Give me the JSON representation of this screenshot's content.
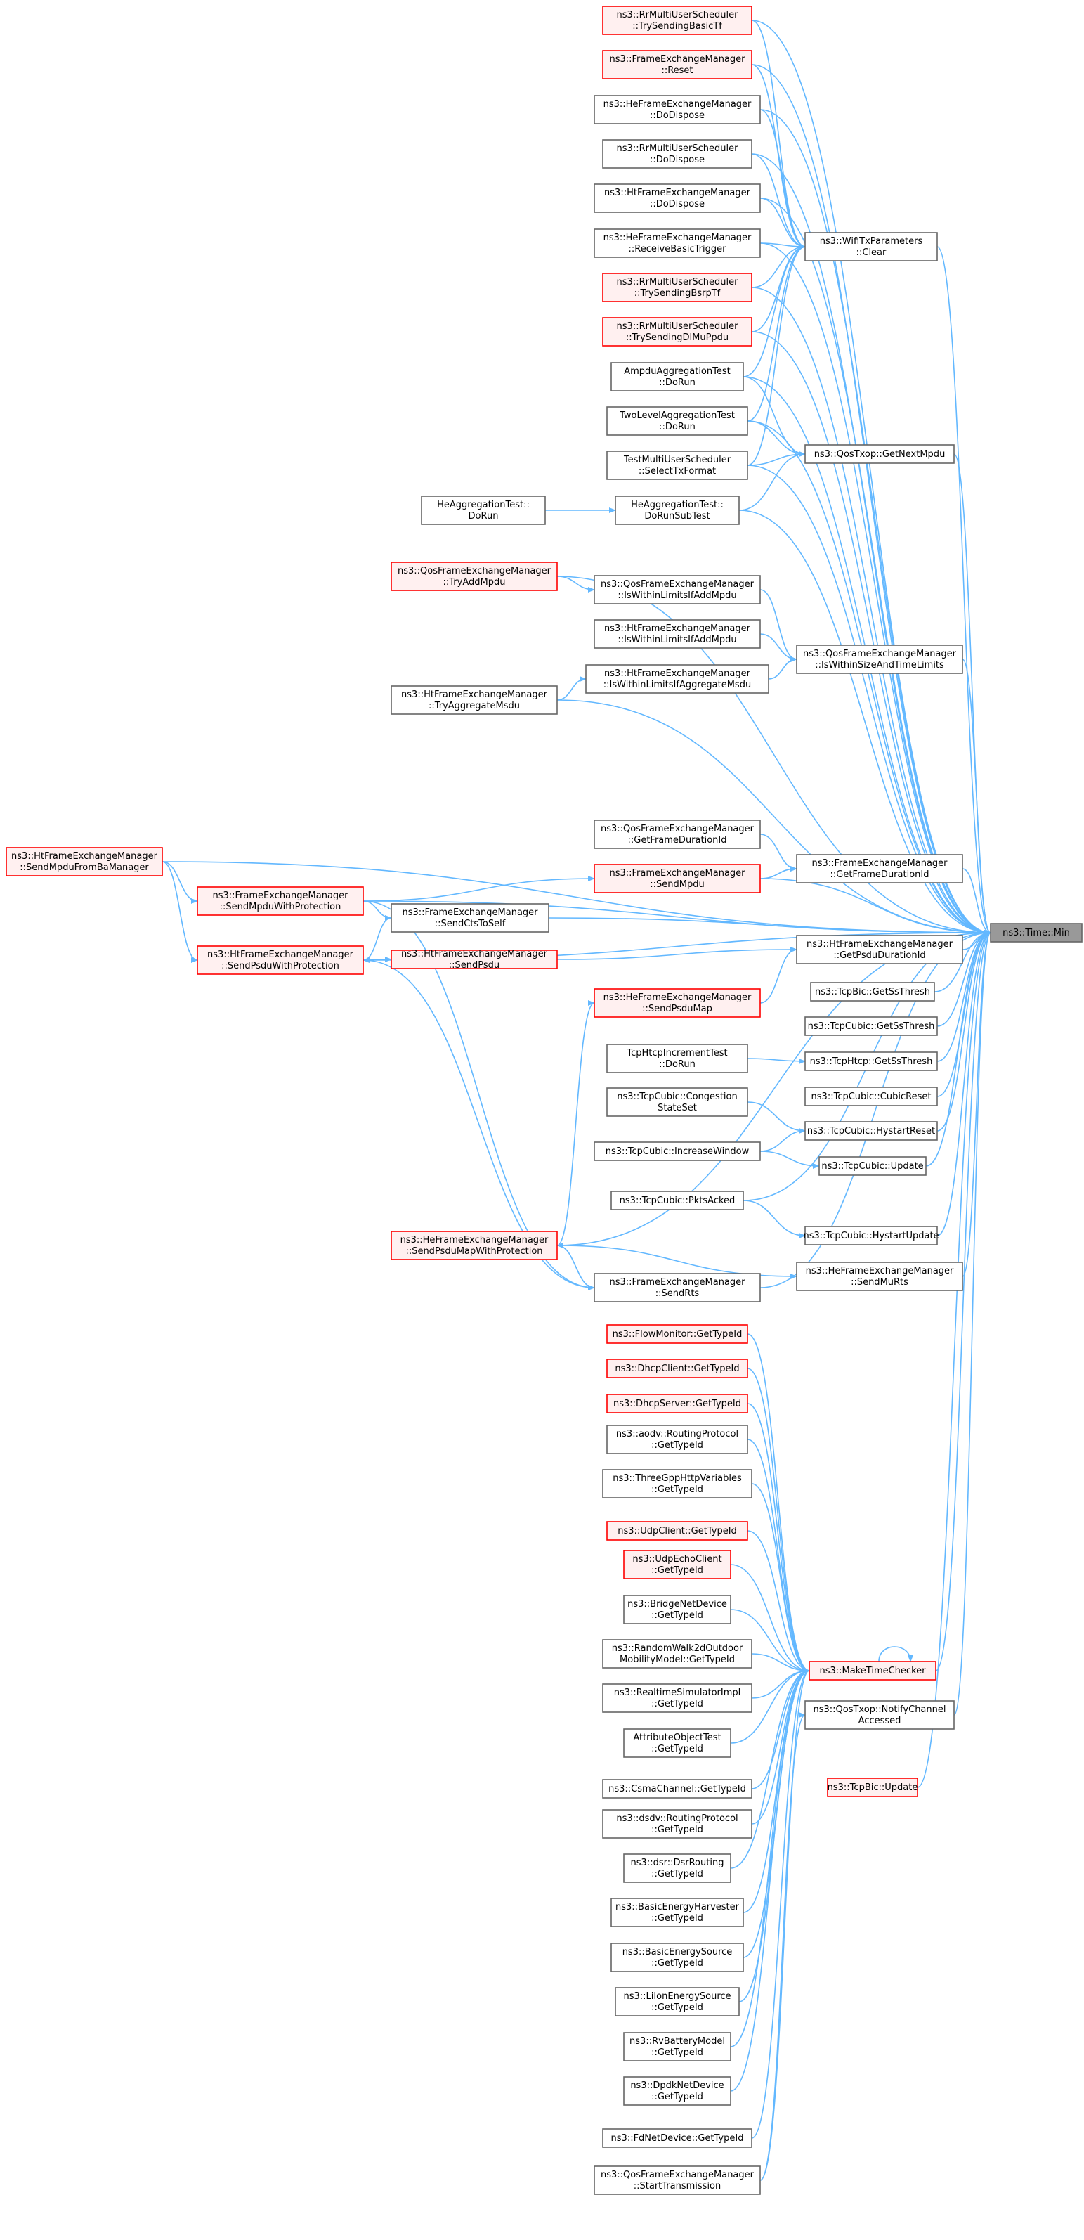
{
  "colors": {
    "normal_border": "#666666",
    "truncated_border": "#ff0000",
    "truncated_fill": "#fff0f0",
    "normal_fill": "#ffffff",
    "root_fill": "#999999",
    "root_border": "#666666",
    "edge": "#63b8ff"
  },
  "graph": {
    "nodes": [
      {
        "id": "n1",
        "lines": [
          "ns3::RrMultiUserScheduler",
          "::TrySendingBasicTf"
        ],
        "style": "truncated"
      },
      {
        "id": "n2",
        "lines": [
          "ns3::FrameExchangeManager",
          "::Reset"
        ],
        "style": "truncated"
      },
      {
        "id": "n3",
        "lines": [
          "ns3::HeFrameExchangeManager",
          "::DoDispose"
        ],
        "style": "normal"
      },
      {
        "id": "n4",
        "lines": [
          "ns3::RrMultiUserScheduler",
          "::DoDispose"
        ],
        "style": "normal"
      },
      {
        "id": "n5",
        "lines": [
          "ns3::HtFrameExchangeManager",
          "::DoDispose"
        ],
        "style": "normal"
      },
      {
        "id": "n6",
        "lines": [
          "ns3::HeFrameExchangeManager",
          "::ReceiveBasicTrigger"
        ],
        "style": "normal"
      },
      {
        "id": "n7",
        "lines": [
          "ns3::RrMultiUserScheduler",
          "::TrySendingBsrpTf"
        ],
        "style": "truncated"
      },
      {
        "id": "n8",
        "lines": [
          "ns3::RrMultiUserScheduler",
          "::TrySendingDlMuPpdu"
        ],
        "style": "truncated"
      },
      {
        "id": "n9",
        "lines": [
          "AmpduAggregationTest",
          "::DoRun"
        ],
        "style": "normal"
      },
      {
        "id": "n10",
        "lines": [
          "TwoLevelAggregationTest",
          "::DoRun"
        ],
        "style": "normal"
      },
      {
        "id": "n11",
        "lines": [
          "TestMultiUserScheduler",
          "::SelectTxFormat"
        ],
        "style": "normal"
      },
      {
        "id": "n12",
        "lines": [
          "HeAggregationTest::",
          "DoRunSubTest"
        ],
        "style": "normal"
      },
      {
        "id": "n13",
        "lines": [
          "HeAggregationTest::",
          "DoRun"
        ],
        "style": "normal"
      },
      {
        "id": "n14",
        "lines": [
          "ns3::WifiTxParameters",
          "::Clear"
        ],
        "style": "normal"
      },
      {
        "id": "n15",
        "lines": [
          "ns3::QosTxop::GetNextMpdu"
        ],
        "style": "normal"
      },
      {
        "id": "n16",
        "lines": [
          "ns3::QosFrameExchangeManager",
          "::TryAddMpdu"
        ],
        "style": "truncated"
      },
      {
        "id": "n17",
        "lines": [
          "ns3::QosFrameExchangeManager",
          "::IsWithinLimitsIfAddMpdu"
        ],
        "style": "normal"
      },
      {
        "id": "n18",
        "lines": [
          "ns3::HtFrameExchangeManager",
          "::IsWithinLimitsIfAddMpdu"
        ],
        "style": "normal"
      },
      {
        "id": "n19",
        "lines": [
          "ns3::HtFrameExchangeManager",
          "::IsWithinLimitsIfAggregateMsdu"
        ],
        "style": "normal"
      },
      {
        "id": "n20",
        "lines": [
          "ns3::HtFrameExchangeManager",
          "::TryAggregateMsdu"
        ],
        "style": "normal"
      },
      {
        "id": "n21",
        "lines": [
          "ns3::QosFrameExchangeManager",
          "::IsWithinSizeAndTimeLimits"
        ],
        "style": "normal"
      },
      {
        "id": "n22",
        "lines": [
          "ns3::HtFrameExchangeManager",
          "::SendMpduFromBaManager"
        ],
        "style": "truncated"
      },
      {
        "id": "n23",
        "lines": [
          "ns3::QosFrameExchangeManager",
          "::GetFrameDurationId"
        ],
        "style": "normal"
      },
      {
        "id": "n24",
        "lines": [
          "ns3::FrameExchangeManager",
          "::SendMpdu"
        ],
        "style": "truncated"
      },
      {
        "id": "n25",
        "lines": [
          "ns3::FrameExchangeManager",
          "::GetFrameDurationId"
        ],
        "style": "normal"
      },
      {
        "id": "n26",
        "lines": [
          "ns3::FrameExchangeManager",
          "::SendMpduWithProtection"
        ],
        "style": "truncated"
      },
      {
        "id": "n27",
        "lines": [
          "ns3::FrameExchangeManager",
          "::SendCtsToSelf"
        ],
        "style": "normal"
      },
      {
        "id": "n28",
        "lines": [
          "ns3::HtFrameExchangeManager",
          "::SendPsduWithProtection"
        ],
        "style": "truncated"
      },
      {
        "id": "n29",
        "lines": [
          "ns3::HtFrameExchangeManager",
          "::SendPsdu"
        ],
        "style": "truncated"
      },
      {
        "id": "n30",
        "lines": [
          "ns3::HtFrameExchangeManager",
          "::GetPsduDurationId"
        ],
        "style": "normal"
      },
      {
        "id": "root",
        "lines": [
          "ns3::Time::Min"
        ],
        "style": "root"
      },
      {
        "id": "n31",
        "lines": [
          "ns3::HeFrameExchangeManager",
          "::SendPsduMap"
        ],
        "style": "truncated"
      },
      {
        "id": "n32",
        "lines": [
          "ns3::TcpBic::GetSsThresh"
        ],
        "style": "normal"
      },
      {
        "id": "n33",
        "lines": [
          "ns3::TcpCubic::GetSsThresh"
        ],
        "style": "normal"
      },
      {
        "id": "n34",
        "lines": [
          "TcpHtcpIncrementTest",
          "::DoRun"
        ],
        "style": "normal"
      },
      {
        "id": "n35",
        "lines": [
          "ns3::TcpHtcp::GetSsThresh"
        ],
        "style": "normal"
      },
      {
        "id": "n36",
        "lines": [
          "ns3::TcpCubic::Congestion",
          "StateSet"
        ],
        "style": "normal"
      },
      {
        "id": "n37",
        "lines": [
          "ns3::TcpCubic::CubicReset"
        ],
        "style": "normal"
      },
      {
        "id": "n38",
        "lines": [
          "ns3::TcpCubic::HystartReset"
        ],
        "style": "normal"
      },
      {
        "id": "n39",
        "lines": [
          "ns3::TcpCubic::IncreaseWindow"
        ],
        "style": "normal"
      },
      {
        "id": "n40",
        "lines": [
          "ns3::TcpCubic::Update"
        ],
        "style": "normal"
      },
      {
        "id": "n41",
        "lines": [
          "ns3::TcpCubic::PktsAcked"
        ],
        "style": "normal"
      },
      {
        "id": "n42",
        "lines": [
          "ns3::TcpCubic::HystartUpdate"
        ],
        "style": "normal"
      },
      {
        "id": "n43",
        "lines": [
          "ns3::HeFrameExchangeManager",
          "::SendPsduMapWithProtection"
        ],
        "style": "truncated"
      },
      {
        "id": "n44",
        "lines": [
          "ns3::HeFrameExchangeManager",
          "::SendMuRts"
        ],
        "style": "normal"
      },
      {
        "id": "n45",
        "lines": [
          "ns3::FrameExchangeManager",
          "::SendRts"
        ],
        "style": "normal"
      },
      {
        "id": "n46",
        "lines": [
          "ns3::FlowMonitor::GetTypeId"
        ],
        "style": "truncated"
      },
      {
        "id": "n47",
        "lines": [
          "ns3::DhcpClient::GetTypeId"
        ],
        "style": "truncated"
      },
      {
        "id": "n48",
        "lines": [
          "ns3::DhcpServer::GetTypeId"
        ],
        "style": "truncated"
      },
      {
        "id": "n49",
        "lines": [
          "ns3::aodv::RoutingProtocol",
          "::GetTypeId"
        ],
        "style": "normal"
      },
      {
        "id": "n50",
        "lines": [
          "ns3::ThreeGppHttpVariables",
          "::GetTypeId"
        ],
        "style": "normal"
      },
      {
        "id": "n51",
        "lines": [
          "ns3::UdpClient::GetTypeId"
        ],
        "style": "truncated"
      },
      {
        "id": "n52",
        "lines": [
          "ns3::UdpEchoClient",
          "::GetTypeId"
        ],
        "style": "truncated"
      },
      {
        "id": "n53",
        "lines": [
          "ns3::BridgeNetDevice",
          "::GetTypeId"
        ],
        "style": "normal"
      },
      {
        "id": "n54",
        "lines": [
          "ns3::RandomWalk2dOutdoor",
          "MobilityModel::GetTypeId"
        ],
        "style": "normal"
      },
      {
        "id": "n55",
        "lines": [
          "ns3::MakeTimeChecker"
        ],
        "style": "truncated"
      },
      {
        "id": "n56",
        "lines": [
          "ns3::RealtimeSimulatorImpl",
          "::GetTypeId"
        ],
        "style": "normal"
      },
      {
        "id": "n57",
        "lines": [
          "ns3::QosTxop::NotifyChannel",
          "Accessed"
        ],
        "style": "normal"
      },
      {
        "id": "n58",
        "lines": [
          "AttributeObjectTest",
          "::GetTypeId"
        ],
        "style": "normal"
      },
      {
        "id": "n59",
        "lines": [
          "ns3::CsmaChannel::GetTypeId"
        ],
        "style": "normal"
      },
      {
        "id": "n60",
        "lines": [
          "ns3::TcpBic::Update"
        ],
        "style": "truncated"
      },
      {
        "id": "n61",
        "lines": [
          "ns3::dsdv::RoutingProtocol",
          "::GetTypeId"
        ],
        "style": "normal"
      },
      {
        "id": "n62",
        "lines": [
          "ns3::dsr::DsrRouting",
          "::GetTypeId"
        ],
        "style": "normal"
      },
      {
        "id": "n63",
        "lines": [
          "ns3::BasicEnergyHarvester",
          "::GetTypeId"
        ],
        "style": "normal"
      },
      {
        "id": "n64",
        "lines": [
          "ns3::BasicEnergySource",
          "::GetTypeId"
        ],
        "style": "normal"
      },
      {
        "id": "n65",
        "lines": [
          "ns3::LiIonEnergySource",
          "::GetTypeId"
        ],
        "style": "normal"
      },
      {
        "id": "n66",
        "lines": [
          "ns3::RvBatteryModel",
          "::GetTypeId"
        ],
        "style": "normal"
      },
      {
        "id": "n67",
        "lines": [
          "ns3::DpdkNetDevice",
          "::GetTypeId"
        ],
        "style": "normal"
      },
      {
        "id": "n68",
        "lines": [
          "ns3::FdNetDevice::GetTypeId"
        ],
        "style": "normal"
      },
      {
        "id": "n69",
        "lines": [
          "ns3::QosFrameExchangeManager",
          "::StartTransmission"
        ],
        "style": "normal"
      }
    ],
    "edges": [
      [
        "n1",
        "n14"
      ],
      [
        "n2",
        "n14"
      ],
      [
        "n3",
        "n14"
      ],
      [
        "n4",
        "n14"
      ],
      [
        "n5",
        "n14"
      ],
      [
        "n6",
        "n14"
      ],
      [
        "n7",
        "n14"
      ],
      [
        "n8",
        "n14"
      ],
      [
        "n9",
        "n14"
      ],
      [
        "n10",
        "n14"
      ],
      [
        "n11",
        "n14"
      ],
      [
        "n9",
        "n15"
      ],
      [
        "n10",
        "n15"
      ],
      [
        "n11",
        "n15"
      ],
      [
        "n12",
        "n15"
      ],
      [
        "n13",
        "n12"
      ],
      [
        "n16",
        "n17"
      ],
      [
        "n17",
        "n21"
      ],
      [
        "n18",
        "n21"
      ],
      [
        "n19",
        "n21"
      ],
      [
        "n20",
        "n19"
      ],
      [
        "n22",
        "n26"
      ],
      [
        "n22",
        "n28"
      ],
      [
        "n23",
        "n25"
      ],
      [
        "n24",
        "n25"
      ],
      [
        "n26",
        "n24"
      ],
      [
        "n26",
        "n27"
      ],
      [
        "n27",
        "n28"
      ],
      [
        "n28",
        "n29"
      ],
      [
        "n29",
        "n30"
      ],
      [
        "n31",
        "n30"
      ],
      [
        "n43",
        "n31"
      ],
      [
        "n26",
        "n45"
      ],
      [
        "n28",
        "n45"
      ],
      [
        "n45",
        "n43"
      ],
      [
        "n43",
        "n44"
      ],
      [
        "n34",
        "n35"
      ],
      [
        "n36",
        "n38"
      ],
      [
        "n39",
        "n38"
      ],
      [
        "n39",
        "n40"
      ],
      [
        "n41",
        "n42"
      ],
      [
        "n46",
        "n55"
      ],
      [
        "n47",
        "n55"
      ],
      [
        "n48",
        "n55"
      ],
      [
        "n49",
        "n55"
      ],
      [
        "n50",
        "n55"
      ],
      [
        "n51",
        "n55"
      ],
      [
        "n52",
        "n55"
      ],
      [
        "n53",
        "n55"
      ],
      [
        "n54",
        "n55"
      ],
      [
        "n56",
        "n55"
      ],
      [
        "n58",
        "n55"
      ],
      [
        "n59",
        "n55"
      ],
      [
        "n61",
        "n55"
      ],
      [
        "n62",
        "n55"
      ],
      [
        "n63",
        "n55"
      ],
      [
        "n64",
        "n55"
      ],
      [
        "n65",
        "n55"
      ],
      [
        "n66",
        "n55"
      ],
      [
        "n67",
        "n55"
      ],
      [
        "n68",
        "n55"
      ],
      [
        "n69",
        "n55"
      ],
      [
        "n69",
        "n57"
      ],
      [
        "n55",
        "n55"
      ],
      [
        "n1",
        "root"
      ],
      [
        "n2",
        "root"
      ],
      [
        "n3",
        "root"
      ],
      [
        "n4",
        "root"
      ],
      [
        "n5",
        "root"
      ],
      [
        "n6",
        "root"
      ],
      [
        "n7",
        "root"
      ],
      [
        "n8",
        "root"
      ],
      [
        "n9",
        "root"
      ],
      [
        "n10",
        "root"
      ],
      [
        "n11",
        "root"
      ],
      [
        "n12",
        "root"
      ],
      [
        "n14",
        "root"
      ],
      [
        "n15",
        "root"
      ],
      [
        "n16",
        "root"
      ],
      [
        "n20",
        "root"
      ],
      [
        "n21",
        "root"
      ],
      [
        "n22",
        "root"
      ],
      [
        "n24",
        "root"
      ],
      [
        "n25",
        "root"
      ],
      [
        "n26",
        "root"
      ],
      [
        "n27",
        "root"
      ],
      [
        "n30",
        "root"
      ],
      [
        "n32",
        "root"
      ],
      [
        "n33",
        "root"
      ],
      [
        "n35",
        "root"
      ],
      [
        "n37",
        "root"
      ],
      [
        "n38",
        "root"
      ],
      [
        "n40",
        "root"
      ],
      [
        "n42",
        "root"
      ],
      [
        "n43",
        "root"
      ],
      [
        "n44",
        "root"
      ],
      [
        "n45",
        "root"
      ],
      [
        "n55",
        "root"
      ],
      [
        "n57",
        "root"
      ],
      [
        "n60",
        "root"
      ],
      [
        "n28",
        "root"
      ],
      [
        "n41",
        "root"
      ]
    ]
  }
}
